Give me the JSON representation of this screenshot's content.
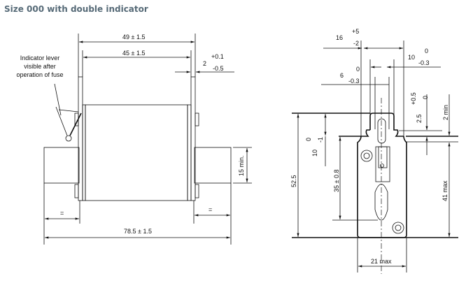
{
  "title": "Size 000 with double indicator",
  "side_view": {
    "dim_overall_width": "49 ± 1.5",
    "dim_inner_width": "45 ± 1.5",
    "dim_plate_nominal": "2",
    "dim_plate_upper": "+0.1",
    "dim_plate_lower": "-0.5",
    "indicator_note": [
      "Indicator lever",
      "visible after",
      "operation of fuse"
    ],
    "dim_blade_height": "15 min.",
    "dim_equal": "=",
    "dim_overall_length": "78.5 ± 1.5"
  },
  "front_view": {
    "dim_16": "16",
    "dim_16_upper": "+5",
    "dim_16_lower": "-2",
    "dim_10": "10",
    "dim_10_upper": "0",
    "dim_10_lower": "-0.3",
    "dim_6": "6",
    "dim_6_upper": "0",
    "dim_6_lower": "-0.3",
    "dim_25": "2.5",
    "dim_25_upper": "+0.5",
    "dim_25_lower": "0",
    "dim_2min": "2 min",
    "dim_525": "52.5",
    "dim_10v": "10",
    "dim_10v_upper": "0",
    "dim_10v_lower": "-1",
    "dim_35": "35 ± 0.8",
    "dim_41max": "41 max",
    "dim_21max": "21 max"
  }
}
